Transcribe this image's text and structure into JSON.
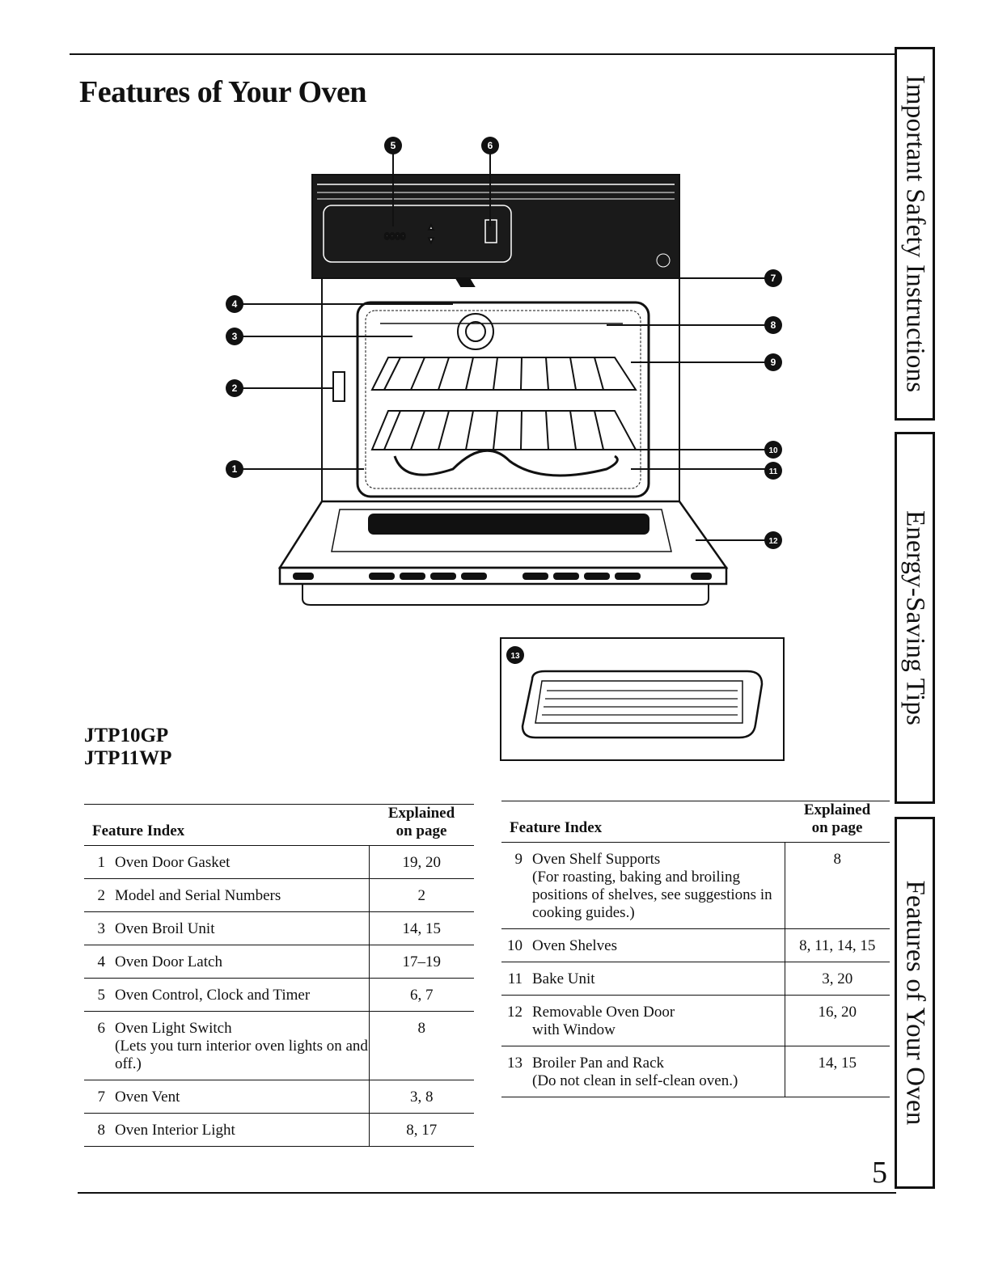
{
  "title": "Features of Your Oven",
  "models": [
    "JTP10GP",
    "JTP11WP"
  ],
  "side_tabs": [
    "Important Safety Instructions",
    "Energy-Saving Tips",
    "Features of Your Oven"
  ],
  "diagram_callouts": [
    "1",
    "2",
    "3",
    "4",
    "5",
    "6",
    "7",
    "8",
    "9",
    "10",
    "11",
    "12",
    "13"
  ],
  "table_header": {
    "feature": "Feature Index",
    "page_line1": "Explained",
    "page_line2": "on page"
  },
  "features_left": [
    {
      "num": "1",
      "name": "Oven Door Gasket",
      "note": "",
      "pages": "19, 20"
    },
    {
      "num": "2",
      "name": "Model and Serial Numbers",
      "note": "",
      "pages": "2"
    },
    {
      "num": "3",
      "name": "Oven Broil Unit",
      "note": "",
      "pages": "14, 15"
    },
    {
      "num": "4",
      "name": "Oven Door Latch",
      "note": "",
      "pages": "17–19"
    },
    {
      "num": "5",
      "name": "Oven Control, Clock and Timer",
      "note": "",
      "pages": "6, 7"
    },
    {
      "num": "6",
      "name": "Oven Light Switch",
      "note": "(Lets you turn interior oven lights on and off.)",
      "pages": "8"
    },
    {
      "num": "7",
      "name": "Oven Vent",
      "note": "",
      "pages": "3, 8"
    },
    {
      "num": "8",
      "name": "Oven Interior Light",
      "note": "",
      "pages": "8, 17"
    }
  ],
  "features_right": [
    {
      "num": "9",
      "name": "Oven Shelf Supports",
      "note": "(For roasting, baking and broiling positions of shelves, see suggestions in cooking guides.)",
      "pages": "8"
    },
    {
      "num": "10",
      "name": "Oven Shelves",
      "note": "",
      "pages": "8, 11, 14, 15"
    },
    {
      "num": "11",
      "name": "Bake Unit",
      "note": "",
      "pages": "3, 20"
    },
    {
      "num": "12",
      "name": "Removable Oven Door",
      "note": "with Window",
      "pages": "16, 20"
    },
    {
      "num": "13",
      "name": "Broiler Pan and Rack",
      "note": "(Do not clean in self-clean oven.)",
      "pages": "14, 15"
    }
  ],
  "page_number": "5",
  "colors": {
    "ink": "#111111",
    "paper": "#ffffff"
  }
}
